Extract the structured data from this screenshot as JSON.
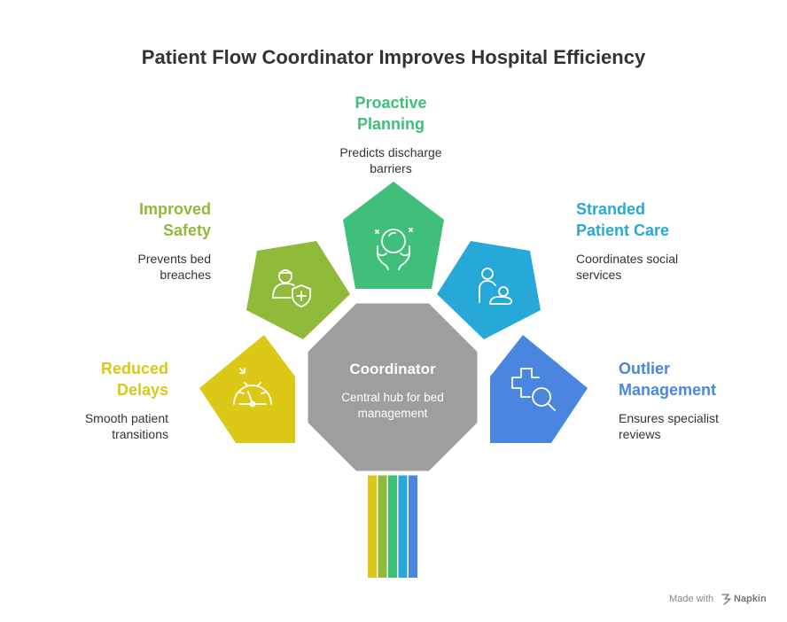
{
  "title": "Patient Flow Coordinator Improves Hospital Efficiency",
  "hub": {
    "title": "Coordinator",
    "desc_line1": "Central hub for bed",
    "desc_line2": "management",
    "color": "#9e9e9e"
  },
  "nodes": {
    "reduced_delays": {
      "title_line1": "Reduced",
      "title_line2": "Delays",
      "desc_line1": "Smooth patient",
      "desc_line2": "transitions",
      "color": "#dbc817",
      "icon": "speedometer-icon"
    },
    "improved_safety": {
      "title_line1": "Improved",
      "title_line2": "Safety",
      "desc_line1": "Prevents bed",
      "desc_line2": "breaches",
      "color": "#8fba3a",
      "icon": "nurse-shield-icon"
    },
    "proactive_planning": {
      "title_line1": "Proactive",
      "title_line2": "Planning",
      "desc_line1": "Predicts discharge",
      "desc_line2": "barriers",
      "color": "#3fbf79",
      "icon": "crystal-ball-icon"
    },
    "stranded_patient_care": {
      "title_line1": "Stranded",
      "title_line2": "Patient Care",
      "desc_line1": "Coordinates social",
      "desc_line2": "services",
      "color": "#26a9d9",
      "icon": "caregiver-icon"
    },
    "outlier_management": {
      "title_line1": "Outlier",
      "title_line2": "Management",
      "desc_line1": "Ensures specialist",
      "desc_line2": "reviews",
      "color": "#4a86df",
      "icon": "medical-search-icon"
    }
  },
  "stem_colors": [
    "#dbc817",
    "#8fba3a",
    "#3fbf79",
    "#26a9d9",
    "#4a86df"
  ],
  "footer": {
    "made_with": "Made with",
    "brand": "Napkin"
  }
}
